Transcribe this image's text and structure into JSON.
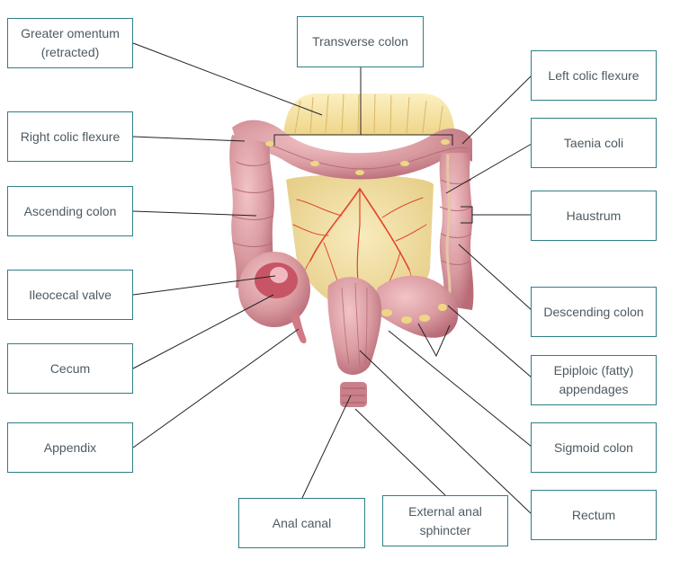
{
  "labels": {
    "greater_omentum": "Greater omentum\n(retracted)",
    "right_colic_flexure": "Right colic flexure",
    "ascending_colon": "Ascending colon",
    "ileocecal_valve": "Ileocecal valve",
    "cecum": "Cecum",
    "appendix": "Appendix",
    "anal_canal": "Anal canal",
    "external_anal_sphincter": "External anal\nsphincter",
    "transverse_colon": "Transverse colon",
    "left_colic_flexure": "Left colic flexure",
    "taenia_coli": "Taenia coli",
    "haustrum": "Haustrum",
    "descending_colon": "Descending colon",
    "epiploic_appendages": "Epiploic (fatty)\nappendages",
    "sigmoid_colon": "Sigmoid colon",
    "rectum": "Rectum"
  },
  "colors": {
    "box_border": "#2f7f86",
    "label_text": "#4c5a62",
    "leader_line": "#222222",
    "colon_wall": "#d99aa0",
    "colon_shadow": "#b86c78",
    "mesentery": "#f1dea0",
    "omentum": "#f3df8f",
    "vessel": "#e0452a"
  }
}
